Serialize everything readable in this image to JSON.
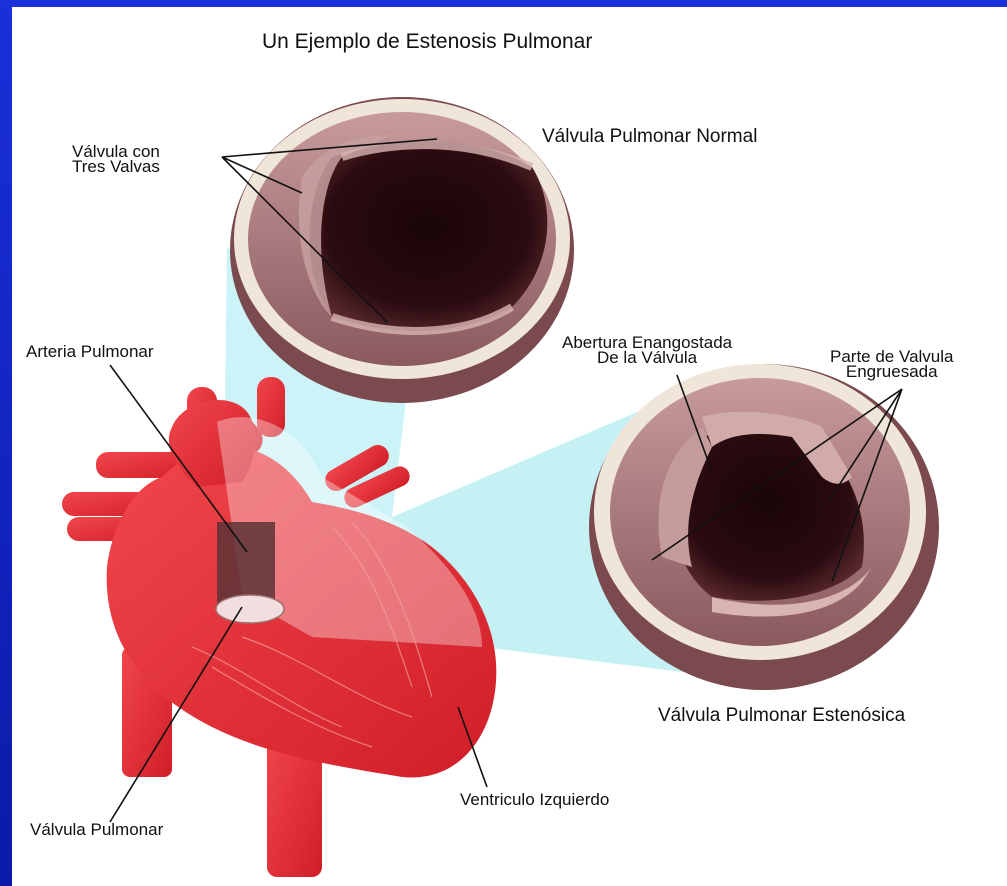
{
  "title": "Un Ejemplo de Estenosis Pulmonar",
  "labels": {
    "tricuspid": "Válvula con\nTres Valvas",
    "normal_valve": "Válvula Pulmonar Normal",
    "pulmonary_artery": "Arteria Pulmonar",
    "narrow_opening": "Abertura Enangostada\nDe la Válvula",
    "thickened": "Parte de Valvula\nEngruesada",
    "stenotic_valve": "Válvula Pulmonar Estenósica",
    "left_ventricle": "Ventriculo Izquierdo",
    "pulmonary_valve": "Válvula Pulmonar"
  },
  "colors": {
    "frame": "#1428c8",
    "heart_red": "#e8323a",
    "valve_tissue": "#9a6a6e",
    "highlight_cyan": "#bff0f4"
  }
}
